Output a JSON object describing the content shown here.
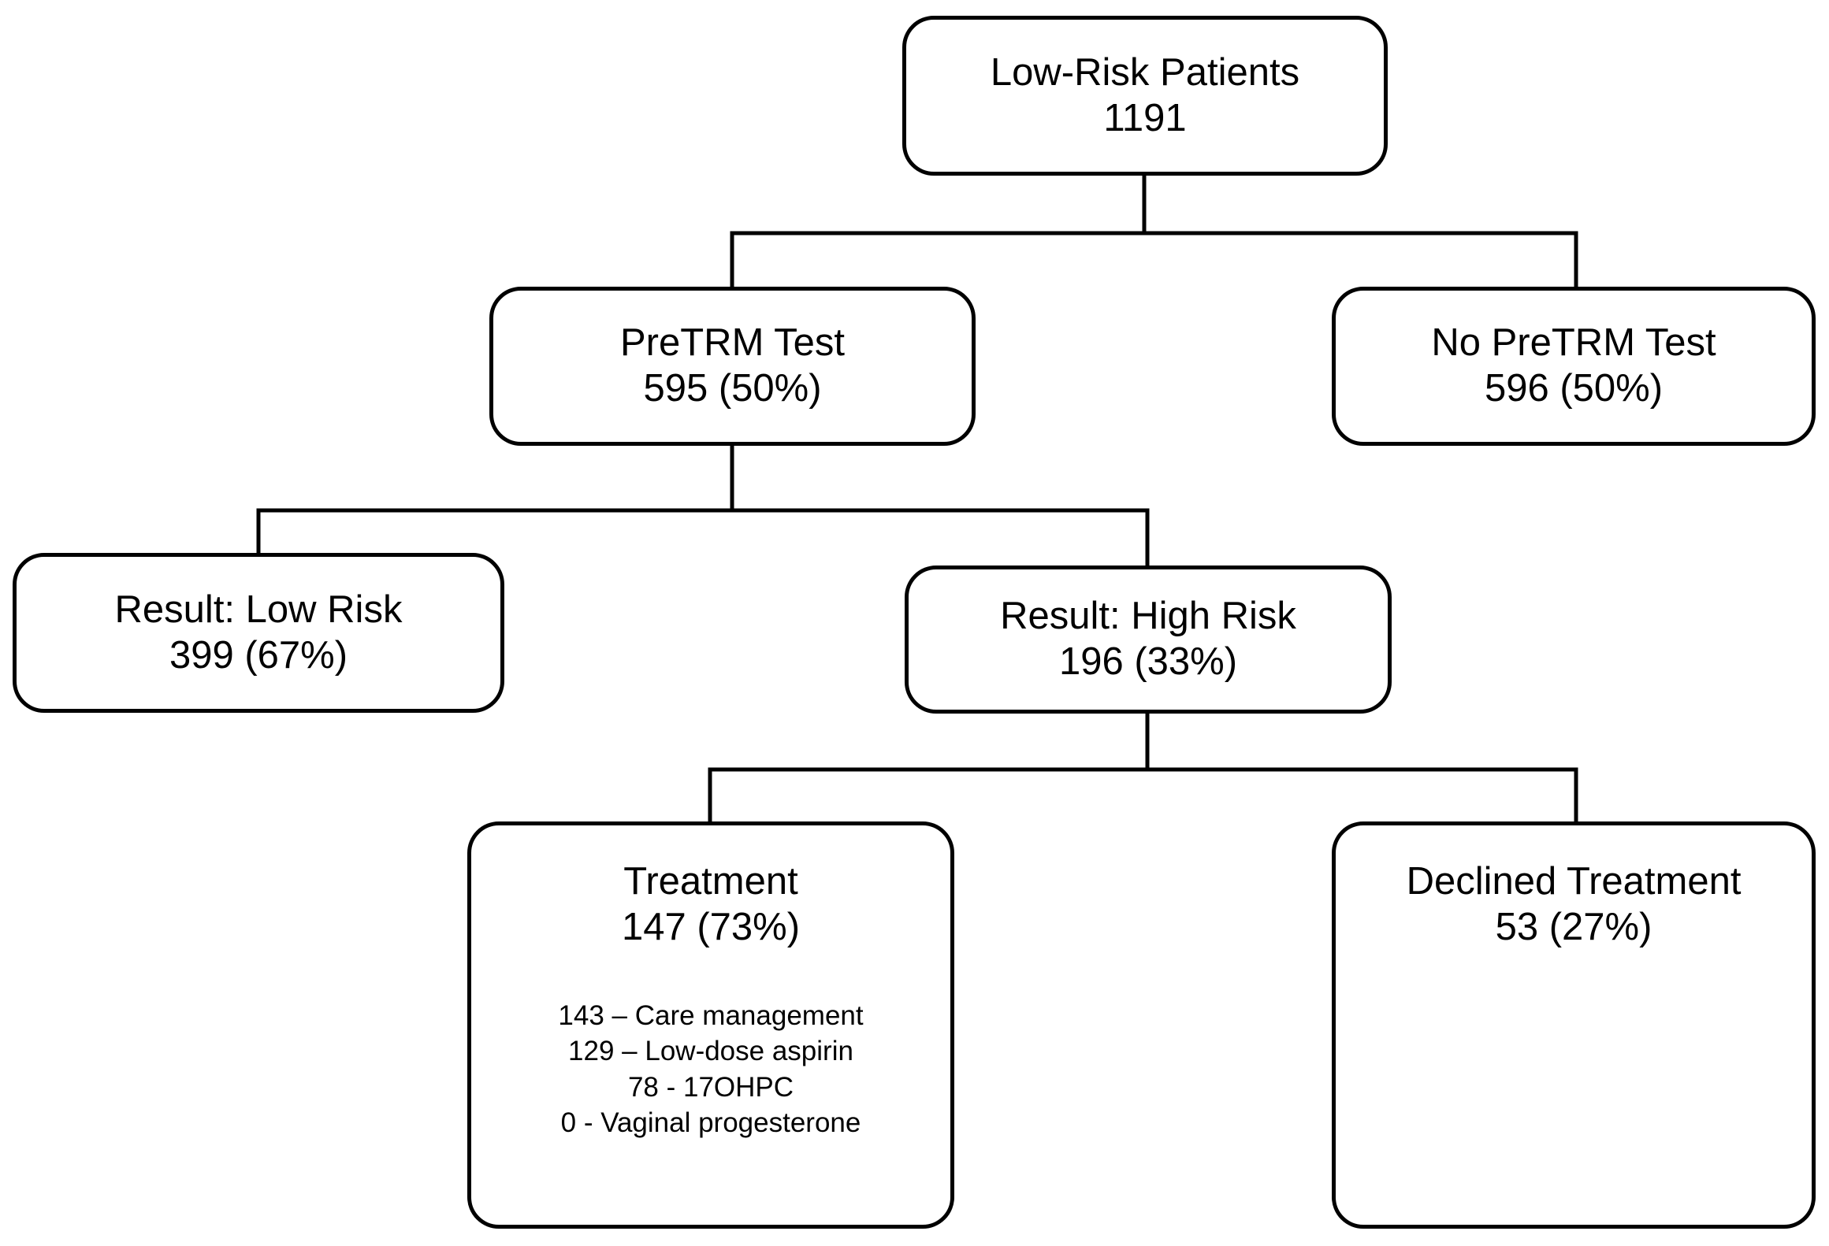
{
  "diagram": {
    "type": "flowchart",
    "orientation": "top-down",
    "stroke_color": "#000000",
    "fill_color": "#ffffff",
    "nodes": {
      "root": {
        "title": "Low-Risk Patients",
        "count": "1191"
      },
      "pretrm_test": {
        "title": "PreTRM Test",
        "count": "595 (50%)"
      },
      "no_pretrm_test": {
        "title": "No PreTRM Test",
        "count": "596 (50%)"
      },
      "result_low_risk": {
        "title": "Result: Low Risk",
        "count": "399 (67%)"
      },
      "result_high_risk": {
        "title": "Result: High Risk",
        "count": "196 (33%)"
      },
      "treatment": {
        "title": "Treatment",
        "count": "147 (73%)",
        "details": [
          "143 – Care management",
          "129 – Low-dose aspirin",
          "78 - 17OHPC",
          "0 - Vaginal progesterone"
        ]
      },
      "declined_treatment": {
        "title": "Declined Treatment",
        "count": "53 (27%)"
      }
    },
    "edges": [
      {
        "from": "root",
        "to": "pretrm_test"
      },
      {
        "from": "root",
        "to": "no_pretrm_test"
      },
      {
        "from": "pretrm_test",
        "to": "result_low_risk"
      },
      {
        "from": "pretrm_test",
        "to": "result_high_risk"
      },
      {
        "from": "result_high_risk",
        "to": "treatment"
      },
      {
        "from": "result_high_risk",
        "to": "declined_treatment"
      }
    ]
  }
}
